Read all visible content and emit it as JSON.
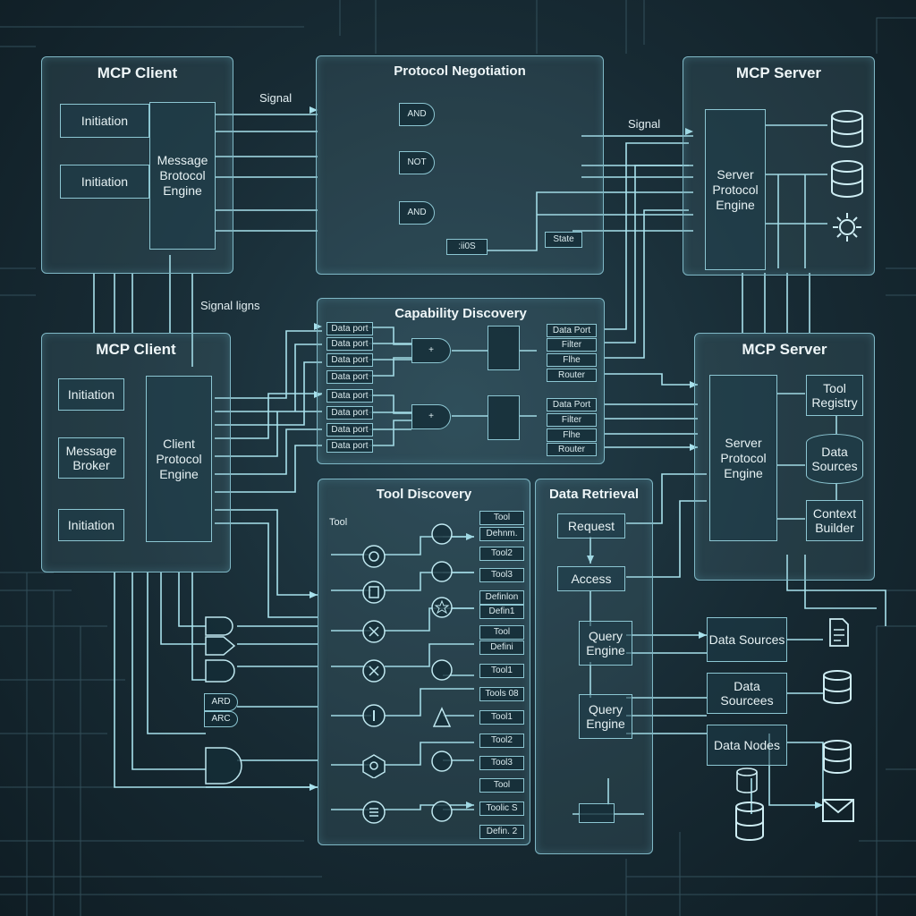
{
  "labels": {
    "signal_top": "Signal",
    "signal_right": "Signal",
    "signal_lines": "Signal ligns",
    "tool_small": "Tool"
  },
  "client_top": {
    "title": "MCP Client",
    "box1": "Initiation",
    "box2": "Initiation",
    "engine": "Message Brotocol Engine"
  },
  "client_bottom": {
    "title": "MCP Client",
    "box1": "Initiation",
    "box2": "Message Broker",
    "box3": "Initiation",
    "engine": "Client Protocol Engine"
  },
  "protocol": {
    "title": "Protocol Negotiation",
    "gate_and1": "AND",
    "gate_not": "NOT",
    "gate_and2": "AND",
    "state": "State",
    "bus": ":ii0S"
  },
  "capability": {
    "title": "Capability Discovery",
    "ports_a": [
      "Data port",
      "Data port",
      "Data port",
      "Data port"
    ],
    "ports_b": [
      "Data port",
      "Data port",
      "Data port",
      "Data port"
    ],
    "out_a": [
      "Data Port",
      "Filter",
      "Flhe",
      "Router"
    ],
    "out_b": [
      "Data Port",
      "Filter",
      "Flhe",
      "Router"
    ]
  },
  "server_top": {
    "title": "MCP Server",
    "engine": "Server Protocol Engine"
  },
  "server_bottom": {
    "title": "MCP Server",
    "engine": "Server Protocol Engine",
    "tool_registry": "Tool Registry",
    "data_sources": "Data Sources",
    "context_builder": "Context Builder"
  },
  "tool_discovery": {
    "title": "Tool Discovery",
    "items": [
      "Tool",
      "Dehnm.",
      "Tool2",
      "Tool3",
      "Definlon",
      "Defin1",
      "Tool",
      "Defini",
      "Tool1",
      "Tools 08",
      "Tool1",
      "Tool2",
      "Tool3",
      "Tool",
      "Toolic S",
      "Defin. 2"
    ]
  },
  "data_retrieval": {
    "title": "Data Retrieval",
    "request": "Request",
    "access": "Access",
    "query1": "Query Engine",
    "query2": "Query Engine"
  },
  "outside": {
    "data_sources": "Data Sources",
    "data_sourcees": "Data Sourcees",
    "data_nodes": "Data Nodes",
    "gate_and": "ARD",
    "gate_label": "ARC"
  }
}
